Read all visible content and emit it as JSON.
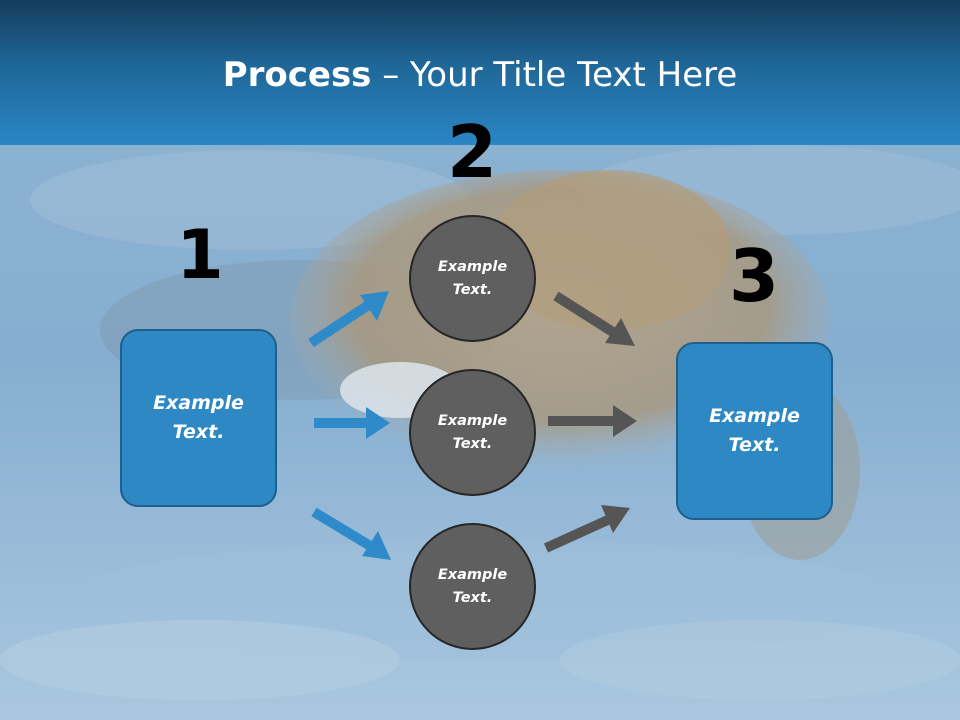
{
  "title": {
    "bold": "Process",
    "rest": " – Your Title Text Here"
  },
  "numbers": {
    "one": "1",
    "two": "2",
    "three": "3"
  },
  "left_box": {
    "text": "Example\nText."
  },
  "right_box": {
    "text": "Example\nText."
  },
  "circles": [
    {
      "text": "Example\nText."
    },
    {
      "text": "Example\nText."
    },
    {
      "text": "Example\nText."
    }
  ],
  "colors": {
    "header_dark": "#163c5c",
    "header_light": "#2a86c4",
    "box_fill": "#2e88c4",
    "circle_fill": "#5f5f5f",
    "blue_arrow": "#2e8ac8",
    "gray_arrow": "#555555"
  }
}
